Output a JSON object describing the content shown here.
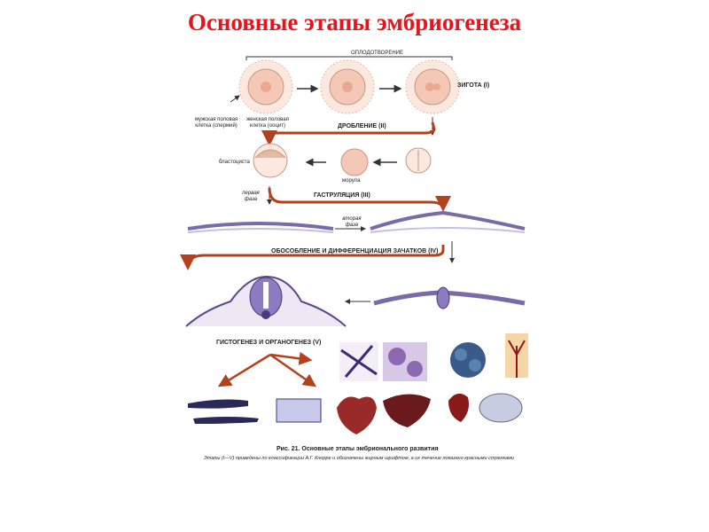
{
  "title": "Основные этапы эмбриогенеза",
  "figure": {
    "labels": {
      "fertilization": "ОПЛОДОТВОРЕНИЕ",
      "zygote": "ЗИГОТА (I)",
      "male_cell": "мужская половая клетка (спермий)",
      "female_cell": "женская половая клетка (ооцит)",
      "cleavage": "ДРОБЛЕНИЕ (II)",
      "blastocyst": "бластоциста",
      "morula": "морула",
      "first_phase": "первая фаза",
      "gastrulation": "ГАСТРУЛЯЦИЯ (III)",
      "second_phase": "вторая фаза",
      "segregation": "ОБОСОБЛЕНИЕ И ДИФФЕРЕНЦИАЦИЯ ЗАЧАТКОВ (IV)",
      "histogenesis": "ГИСТОГЕНЕЗ И ОРГАНОГЕНЕЗ (V)"
    },
    "caption_title": "Рис. 21. Основные этапы эмбрионального развития",
    "caption_text": "Этапы (I—V) приведены по классификации А.Г. Кнорре и обозначены жирным шрифтом, а их течение показано красными стрелками"
  },
  "colors": {
    "title": "#e8141c",
    "arrow_red": "#b5401c",
    "cell_fill": "#f6d8c8",
    "dot": "#d4866a",
    "tissue_purple": "#6a4a9a",
    "organ_red": "#8a1a1a"
  }
}
